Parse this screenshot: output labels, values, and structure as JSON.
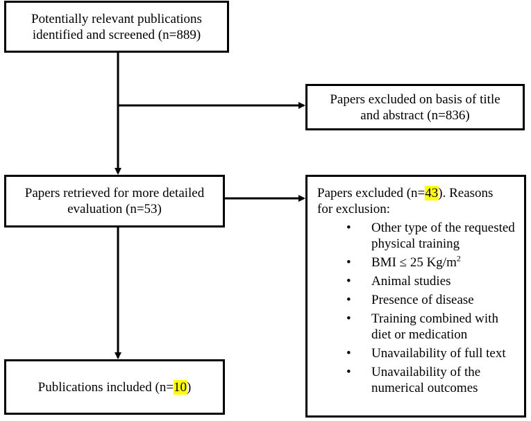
{
  "boxes": {
    "identified": {
      "line1": "Potentially relevant publications",
      "line2": "identified and screened (n=889)"
    },
    "excluded_title": {
      "line1": "Papers excluded on basis of title",
      "line2": "and abstract (n=836)"
    },
    "retrieved": {
      "line1": "Papers retrieved for more detailed",
      "line2": "evaluation (n=53)"
    },
    "excluded_reasons": {
      "intro_prefix": "Papers excluded (n=",
      "intro_count": "43",
      "intro_suffix": "). Reasons",
      "intro_line2": "for exclusion:",
      "bullet": "•",
      "reasons": [
        "Other type of the requested physical training",
        "BMI ≤ 25 Kg/m",
        "Animal studies",
        "Presence of disease",
        "Training combined with diet or medication",
        "Unavailability of full text",
        "Unavailability of the numerical outcomes"
      ],
      "bmi_superscript": "2"
    },
    "included": {
      "prefix": "Publications included (n=",
      "count": "10",
      "suffix": ")"
    }
  },
  "colors": {
    "highlight": "#ffff00",
    "stroke": "#000000"
  }
}
